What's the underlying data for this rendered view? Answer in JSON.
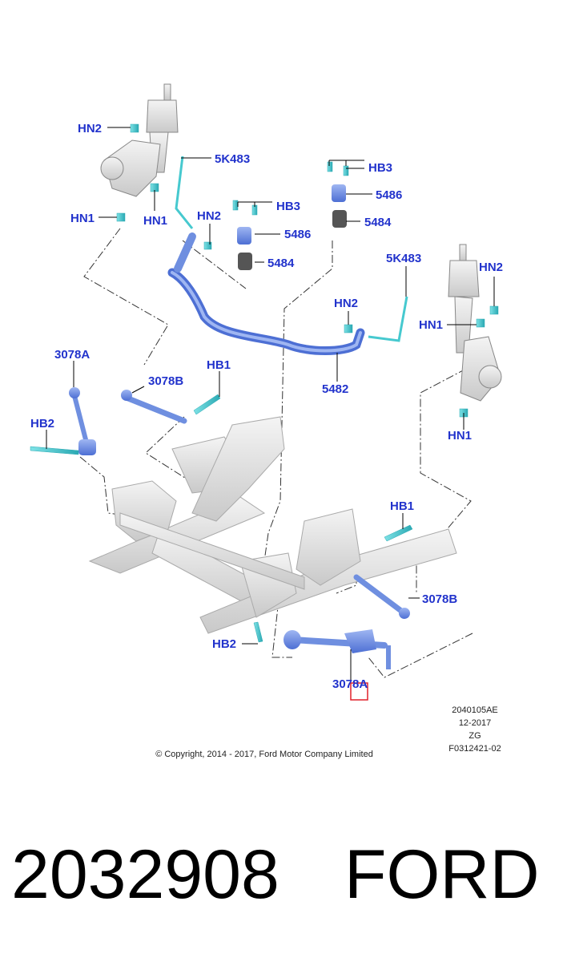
{
  "callouts": {
    "hn2_a": "HN2",
    "k5483_a": "5K483",
    "hn1_a": "HN1",
    "hn1_b": "HN1",
    "hn2_b": "HN2",
    "hb3_a": "HB3",
    "k5486_a": "5486",
    "k5484_a": "5484",
    "hb3_b": "HB3",
    "k5486_b": "5486",
    "k5484_b": "5484",
    "k5483_b": "5K483",
    "hn2_c": "HN2",
    "hn2_d": "HN2",
    "hn1_c": "HN1",
    "hn1_d": "HN1",
    "k5482": "5482",
    "a3078a_left": "3078A",
    "b3078b_mid": "3078B",
    "hb1_a": "HB1",
    "hb2_a": "HB2",
    "hb1_b": "HB1",
    "b3078b_right": "3078B",
    "hb2_b": "HB2",
    "a3078a_bottom": "3078A"
  },
  "meta": {
    "doc_id": "2040105AE",
    "date": "12-2017",
    "code": "ZG",
    "figure": "F0312421-02"
  },
  "copyright": "© Copyright, 2014 - 2017, Ford Motor Company Limited",
  "footer": {
    "part_number": "2032908",
    "brand": "FORD"
  },
  "colors": {
    "callout": "#2233cc",
    "part_blue": "#6f8fe0",
    "fastener_cyan": "#46c9cf",
    "frame_gray": "#d8d8d8",
    "highlight": "#e0202a"
  }
}
